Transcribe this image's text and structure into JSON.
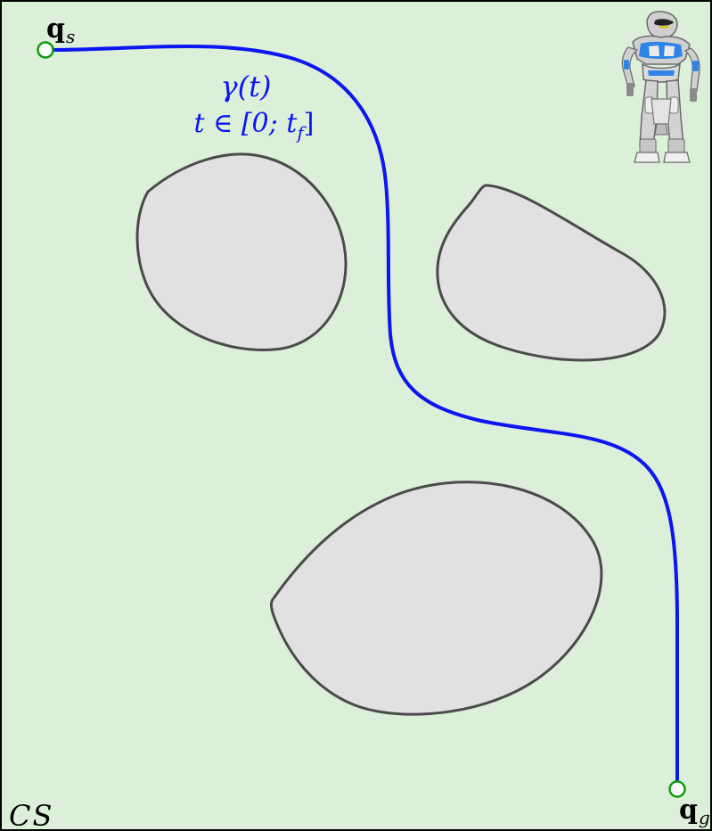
{
  "diagram": {
    "colors": {
      "background": "#dcefd9",
      "frame": "#000000",
      "obstacle_fill": "#e1e1e1",
      "obstacle_stroke": "#4a4a4a",
      "path": "#0b16f2",
      "endpoint": "#0f9a0f"
    },
    "labels": {
      "start_label_main": "q",
      "start_label_sub": "s",
      "goal_label_main": "q",
      "goal_label_sub": "g",
      "path_label_line1": "γ(t)",
      "path_label_line2_prefix": "t ∈ [0; t",
      "path_label_line2_sub": "f",
      "path_label_line2_suffix": "]",
      "space_label_part1": "C",
      "space_label_part2": "S"
    },
    "icons": {
      "robot": "humanoid-robot-icon"
    }
  }
}
